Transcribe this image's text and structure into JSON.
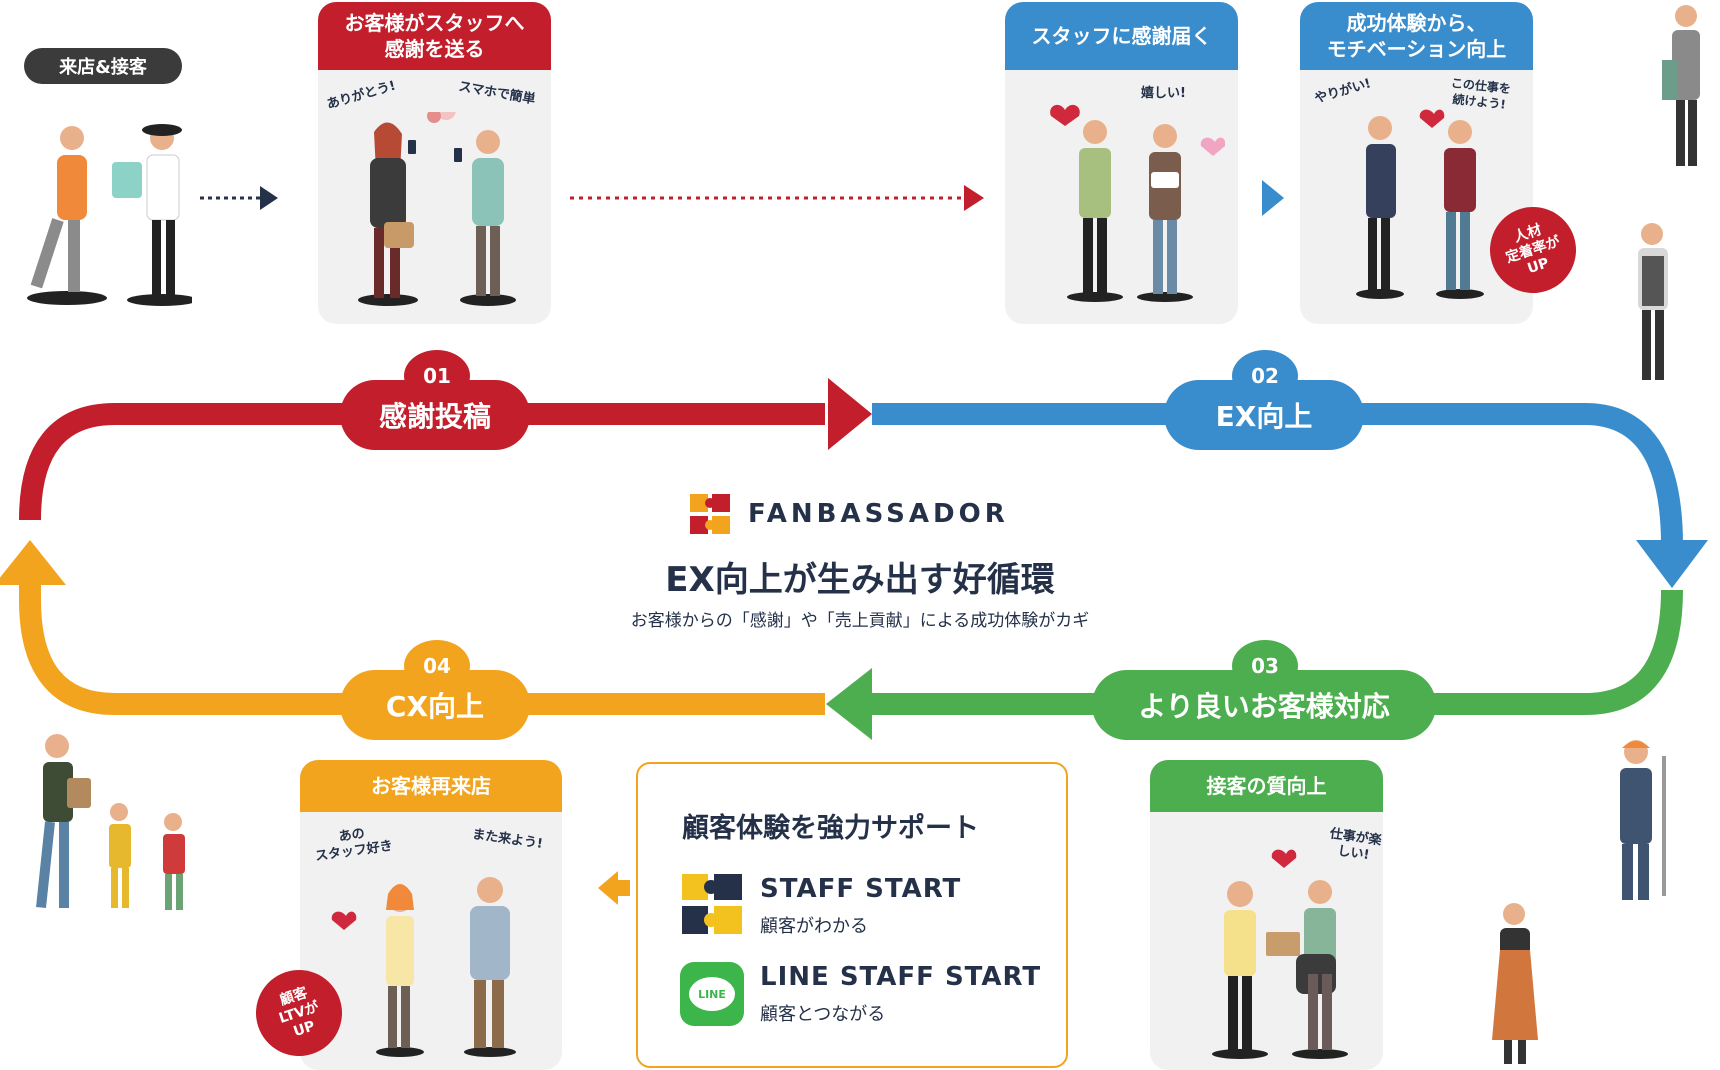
{
  "intro_label": "来店&接客",
  "cards": {
    "send": {
      "title": "お客様がスタッフへ\n感謝を送る",
      "bubble_left": "ありがとう!",
      "bubble_right": "スマホで簡単"
    },
    "receive": {
      "title": "スタッフに感謝届く",
      "bubble": "嬉しい!"
    },
    "motivation": {
      "title": "成功体験から、\nモチベーション向上",
      "bubble_left": "やりがい!",
      "bubble_right": "この仕事を\n続けよう!",
      "badge": "人材\n定着率が\nUP"
    },
    "revisit": {
      "title": "お客様再来店",
      "bubble_left": "あの\nスタッフ好き",
      "bubble_right": "また来よう!",
      "badge": "顧客\nLTVが\nUP"
    },
    "quality": {
      "title": "接客の質向上",
      "bubble": "仕事が楽しい!"
    }
  },
  "steps": [
    {
      "number": "01",
      "label": "感謝投稿",
      "color": "#c21e2b"
    },
    {
      "number": "02",
      "label": "EX向上",
      "color": "#3a8dcc"
    },
    {
      "number": "03",
      "label": "より良いお客様対応",
      "color": "#4cae4f"
    },
    {
      "number": "04",
      "label": "CX向上",
      "color": "#f3a41e"
    }
  ],
  "center": {
    "brand": "FANBASSADOR",
    "title": "EX向上が生み出す好循環",
    "subtitle": "お客様からの「感謝」や「売上貢献」による成功体験がカギ"
  },
  "support": {
    "title": "顧客体験を強力サポート",
    "products": [
      {
        "name": "STAFF START",
        "desc": "顧客がわかる",
        "icon": "puzzle-logo-icon"
      },
      {
        "name": "LINE STAFF START",
        "desc": "顧客とつながる",
        "icon": "line-logo-icon",
        "icon_text": "LINE"
      }
    ]
  },
  "colors": {
    "red": "#c21e2b",
    "blue": "#3a8dcc",
    "green": "#4cae4f",
    "orange": "#f3a41e",
    "navy": "#243149"
  }
}
